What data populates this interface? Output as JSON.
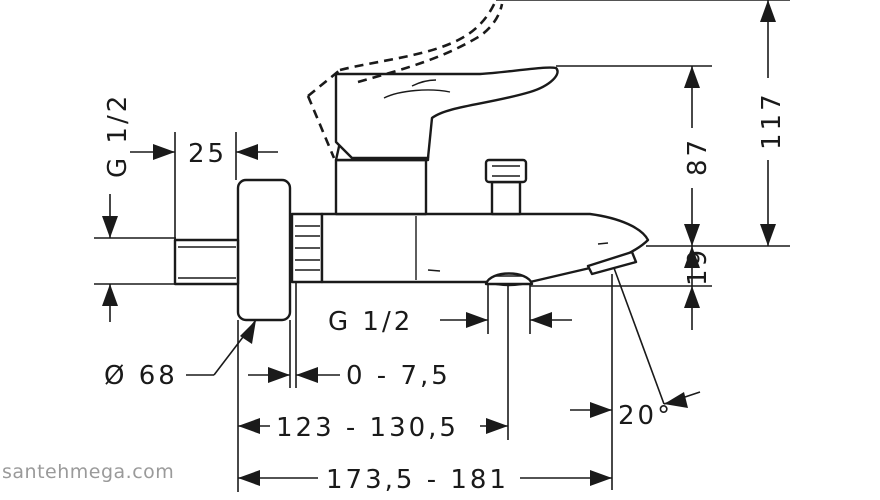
{
  "dimensions": {
    "thread_left": "G 1/2",
    "d25": "25",
    "d68": "Ø 68",
    "d0_75": "0 - 7,5",
    "thread_bottom": "G 1/2",
    "d123_130": "123 - 130,5",
    "d173_181": "173,5 - 181",
    "d20deg": "20°",
    "d117": "117",
    "d87": "87",
    "d19": "19"
  },
  "watermark": "santehmega.com"
}
